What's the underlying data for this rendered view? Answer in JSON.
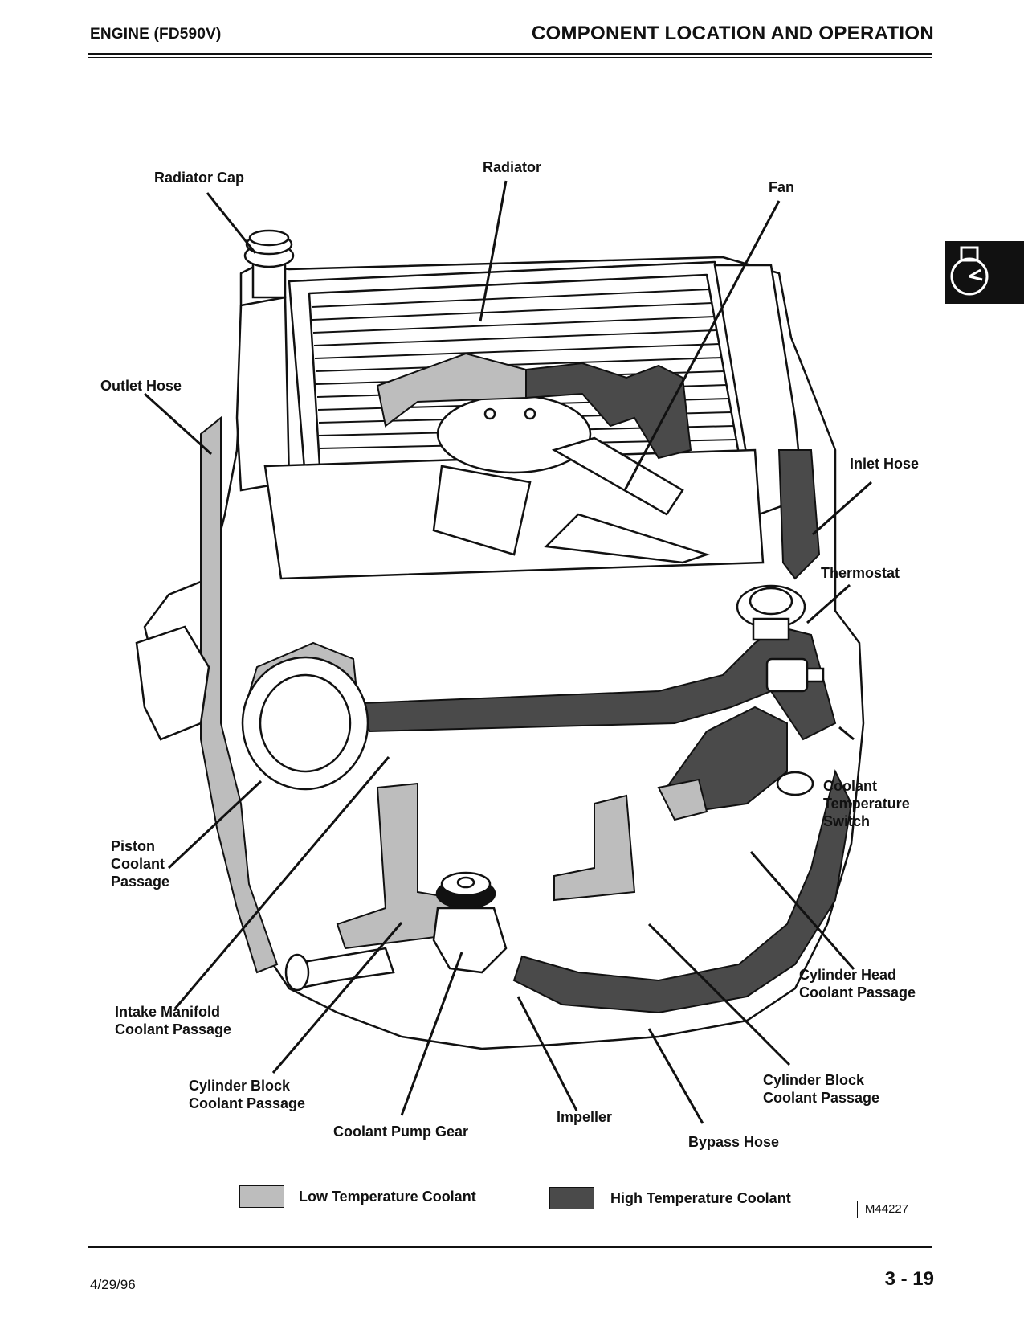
{
  "header": {
    "section": "ENGINE (FD590V)",
    "title": "COMPONENT LOCATION AND OPERATION"
  },
  "labels": {
    "radiator_cap": "Radiator Cap",
    "radiator": "Radiator",
    "fan": "Fan",
    "outlet_hose": "Outlet Hose",
    "inlet_hose": "Inlet Hose",
    "thermostat": "Thermostat",
    "coolant_temperature_switch": "Coolant\nTemperature\nSwitch",
    "piston_coolant_passage": "Piston\nCoolant\nPassage",
    "cylinder_head_coolant_passage": "Cylinder Head\nCoolant Passage",
    "intake_manifold_coolant_passage": "Intake Manifold\nCoolant Passage",
    "cylinder_block_coolant_passage_left": "Cylinder Block\nCoolant Passage",
    "cylinder_block_coolant_passage_right": "Cylinder Block\nCoolant Passage",
    "impeller": "Impeller",
    "coolant_pump_gear": "Coolant Pump Gear",
    "bypass_hose": "Bypass Hose"
  },
  "legend": {
    "low": {
      "label": "Low Temperature Coolant",
      "color": "#bdbdbd"
    },
    "high": {
      "label": "High Temperature Coolant",
      "color": "#4a4a4a"
    }
  },
  "figure_id": "M44227",
  "footer": {
    "date": "4/29/96",
    "page": "3 - 19"
  },
  "section_tab_icon": "engine-tab-icon"
}
